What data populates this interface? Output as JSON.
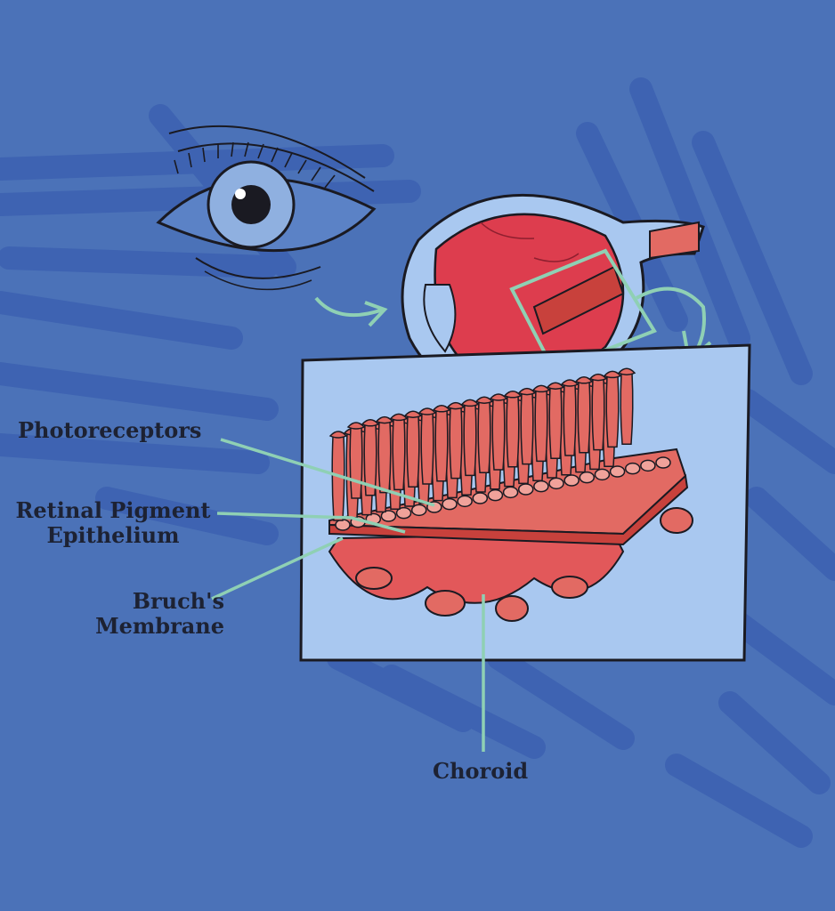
{
  "labels": {
    "photoreceptors": "Photoreceptors",
    "rpe_line1": "Retinal Pigment",
    "rpe_line2": "Epithelium",
    "bruchs_line1": "Bruch's",
    "bruchs_line2": "Membrane",
    "choroid": "Choroid"
  },
  "colors": {
    "background": "#4b72b8",
    "brush_strokes": "#3a5fb0",
    "panel": "#a9c8f0",
    "tissue": "#e26a63",
    "tissue_dark": "#c8413c",
    "eyeball": "#dd3d4e",
    "leader_lines": "#8fd0b4",
    "ink": "#1a1a22"
  }
}
